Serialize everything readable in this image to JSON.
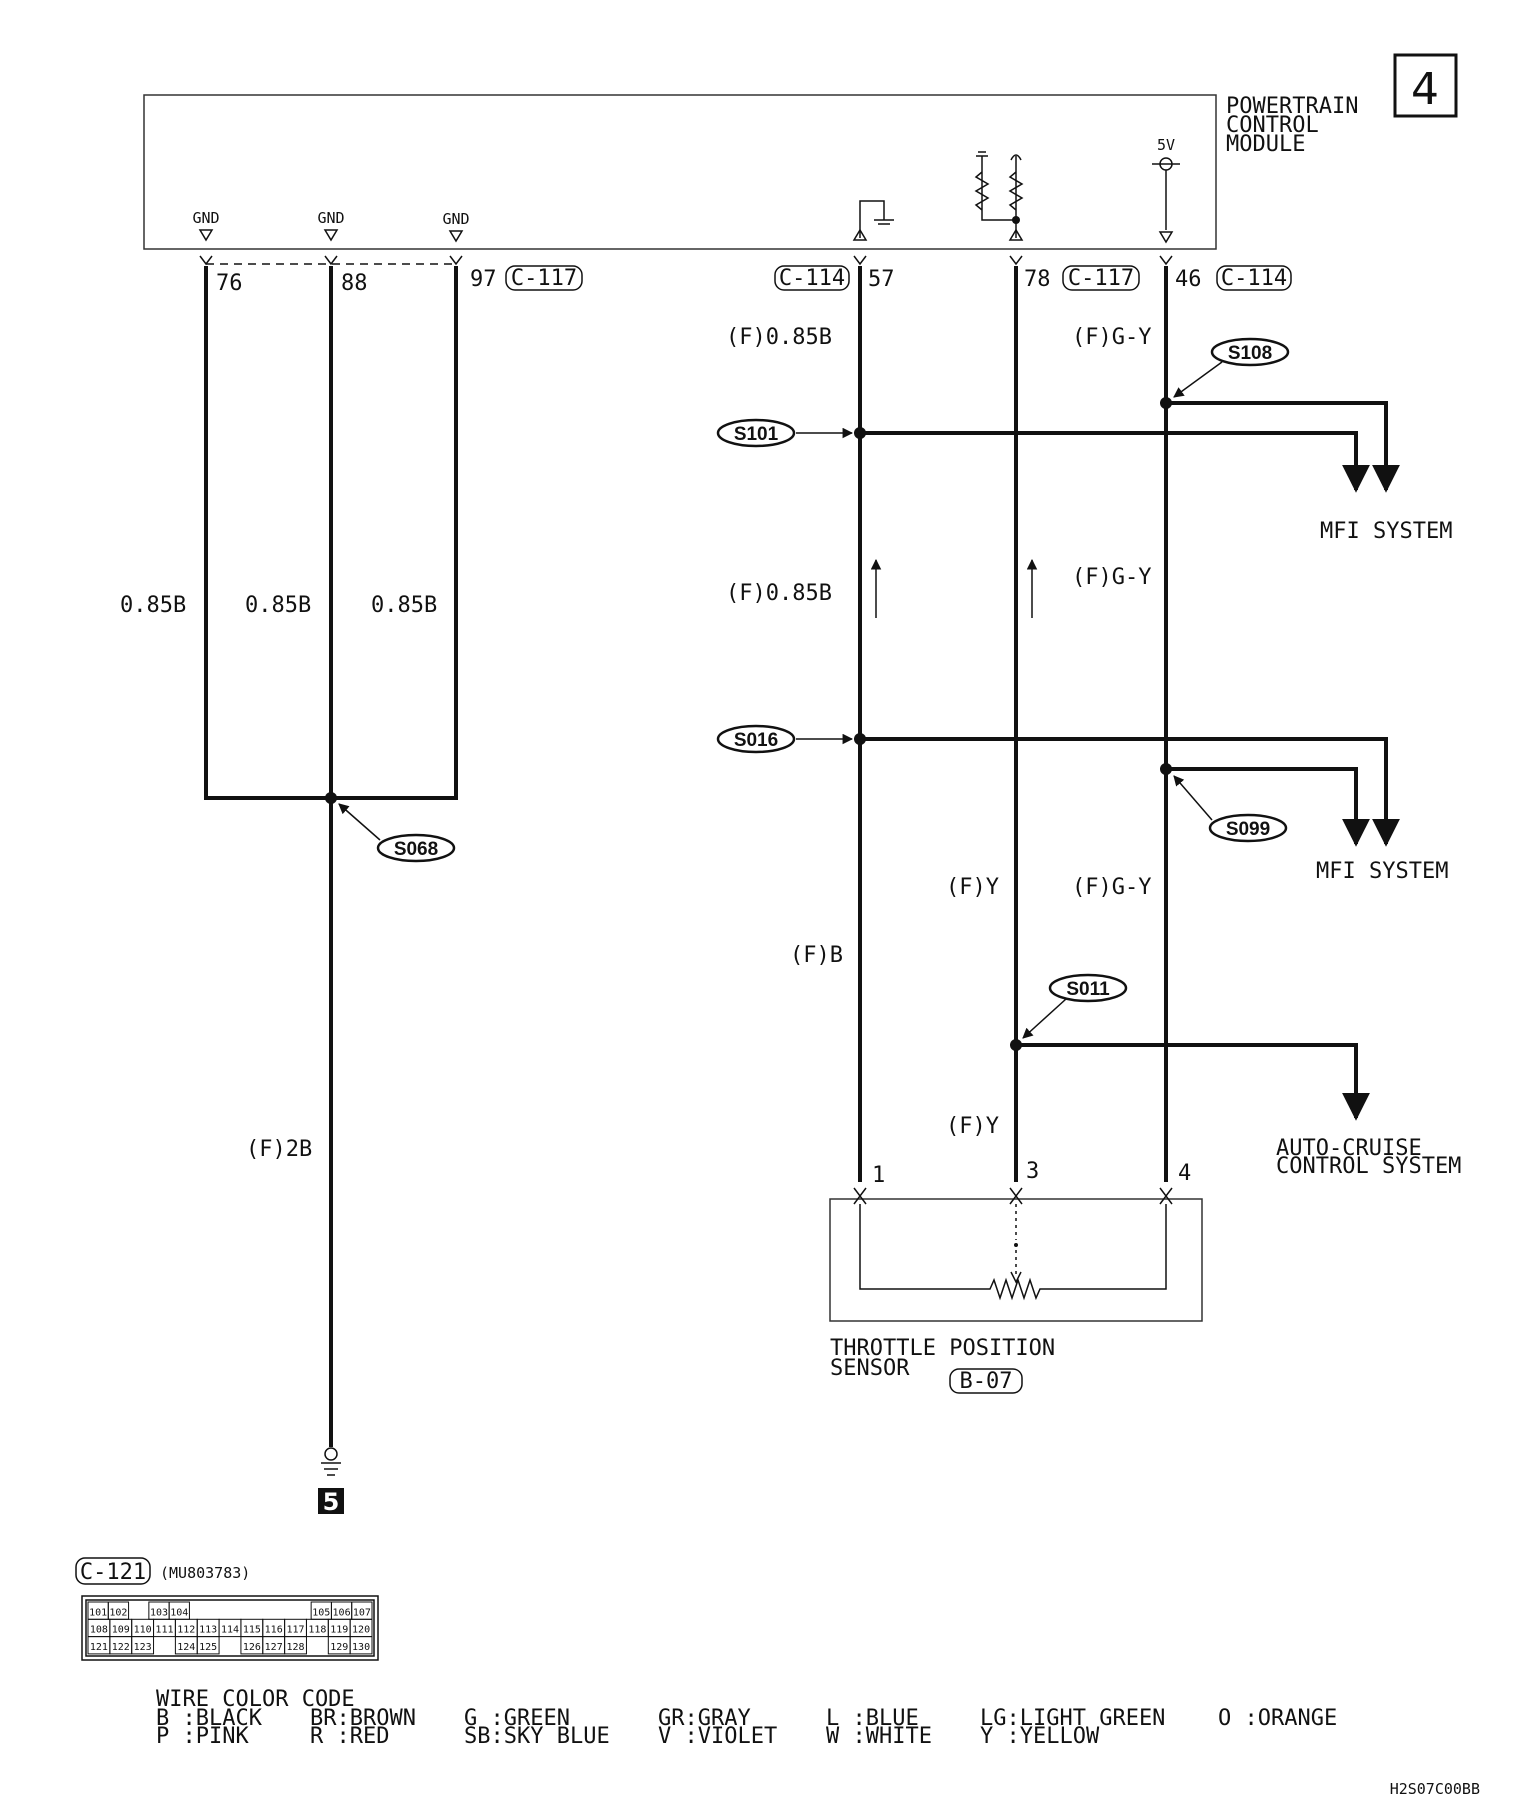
{
  "page_number": "4",
  "ground_ref": "5",
  "module": {
    "name_lines": [
      "POWERTRAIN",
      "CONTROL",
      "MODULE"
    ],
    "gnd_label": "GND",
    "v5_label": "5V"
  },
  "pins": {
    "p76": "76",
    "p88": "88",
    "p97": "97",
    "p57": "57",
    "p78": "78",
    "p46": "46",
    "s1": "1",
    "s3": "3",
    "s4": "4"
  },
  "connectors": {
    "c117": "C-117",
    "c114": "C-114",
    "b07": "B-07",
    "c121": "C-121",
    "c121_part": "(MU803783)"
  },
  "wires": {
    "b085": "0.85B",
    "f085b": "(F)0.85B",
    "fgy": "(F)G-Y",
    "fy": "(F)Y",
    "fb": "(F)B",
    "f2b": "(F)2B"
  },
  "splices": {
    "s101": "S101",
    "s108": "S108",
    "s016": "S016",
    "s099": "S099",
    "s068": "S068",
    "s011": "S011"
  },
  "systems": {
    "mfi": "MFI SYSTEM",
    "cruise_lines": [
      "AUTO-CRUISE",
      "CONTROL SYSTEM"
    ]
  },
  "sensor": {
    "name_lines": [
      "THROTTLE POSITION",
      "SENSOR"
    ]
  },
  "c121_rows": [
    [
      "101",
      "102",
      "",
      "103",
      "104",
      "",
      "",
      "",
      "",
      "",
      "",
      "105",
      "106",
      "107"
    ],
    [
      "108",
      "109",
      "110",
      "111",
      "112",
      "113",
      "114",
      "115",
      "116",
      "117",
      "118",
      "119",
      "120"
    ],
    [
      "121",
      "122",
      "123",
      "",
      "124",
      "125",
      "",
      "126",
      "127",
      "128",
      "",
      "129",
      "130"
    ]
  ],
  "color_code": {
    "title": "WIRE COLOR CODE",
    "row1": [
      "B :BLACK",
      "BR:BROWN",
      "G :GREEN",
      "GR:GRAY",
      "L :BLUE",
      "LG:LIGHT GREEN",
      "O :ORANGE"
    ],
    "row2": [
      "P :PINK",
      "R :RED",
      "SB:SKY BLUE",
      "V :VIOLET",
      "W :WHITE",
      "Y :YELLOW"
    ]
  },
  "doc_code": "H2S07C00BB"
}
